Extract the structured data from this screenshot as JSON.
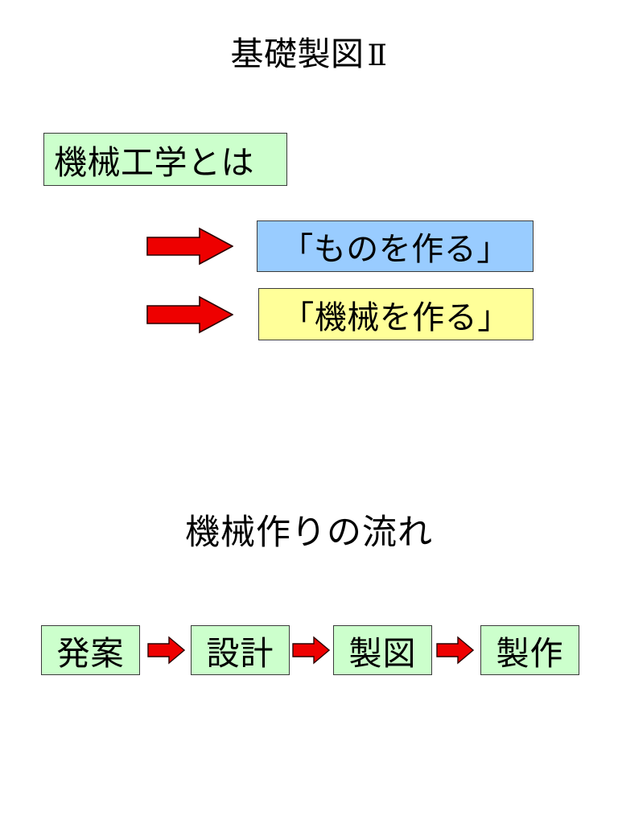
{
  "slide": {
    "background_color": "#ffffff",
    "title_main": "基礎製図",
    "title_numeral": "Ⅱ",
    "heading_text": "機械工学とは",
    "section_heading": "機械作りの流れ",
    "definition_items": [
      {
        "label": "「ものを作る」",
        "fill_color": "#99ccff"
      },
      {
        "label": "「機械を作る」",
        "fill_color": "#ffff99"
      }
    ],
    "flow": {
      "steps": [
        {
          "label": "発案"
        },
        {
          "label": "設計"
        },
        {
          "label": "製図"
        },
        {
          "label": "製作"
        }
      ],
      "connector_icon": "right-arrow-icon",
      "box_fill_color": "#ccffcc"
    },
    "colors": {
      "green": "#ccffcc",
      "blue": "#99ccff",
      "yellow": "#ffff99",
      "arrow_red": "#ee0000",
      "border": "#3b3b3b",
      "text": "#000000"
    }
  }
}
